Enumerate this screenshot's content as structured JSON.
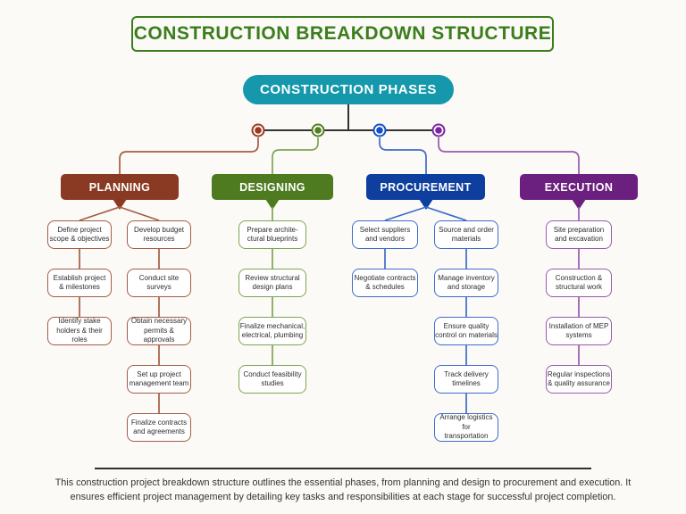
{
  "title": "CONSTRUCTION BREAKDOWN STRUCTURE",
  "root": {
    "label": "CONSTRUCTION PHASES"
  },
  "colors": {
    "background": "#fbfaf7",
    "title_green": "#3c7d1c",
    "teal": "#1598ab",
    "trunk": "#333333",
    "text_dark": "#2e2e2e",
    "planning_header": "#8a3a22",
    "planning_line": "#a65c44",
    "planning_dot": "#9c3a20",
    "designing_header": "#4e7b1f",
    "designing_line": "#7fa451",
    "designing_dot": "#527e20",
    "procurement_header": "#0e3f9e",
    "procurement_line": "#3e6bcb",
    "procurement_dot": "#1450c8",
    "execution_header": "#6b1f7e",
    "execution_line": "#9b59ad",
    "execution_dot": "#7a28a0"
  },
  "phases": [
    {
      "label": "PLANNING",
      "columns": [
        [
          "Define project\nscope & objectives",
          "Establish project\n& milestones",
          "Identify stake\nholders & their roles"
        ],
        [
          "Develop budget\nresources",
          "Conduct site\nsurveys",
          "Obtain necessary\npermits & approvals",
          "Set up project\nmanagement team",
          "Finalize contracts\nand agreements"
        ]
      ]
    },
    {
      "label": "DESIGNING",
      "columns": [
        [
          "Prepare archite-\nctural blueprints",
          "Review structural\ndesign plans",
          "Finalize mechanical,\nelectrical, plumbing",
          "Conduct feasibility\nstudies"
        ]
      ]
    },
    {
      "label": "PROCUREMENT",
      "columns": [
        [
          "Select suppliers\nand vendors",
          "Negotiate contracts\n& schedules"
        ],
        [
          "Source and order\nmaterials",
          "Manage inventory\nand storage",
          "Ensure quality\ncontrol on materials",
          "Track delivery\ntimelines",
          "Arrange logistics for\ntransportation"
        ]
      ]
    },
    {
      "label": "EXECUTION",
      "columns": [
        [
          "Site preparation\nand excavation",
          "Construction &\nstructural work",
          "Installation  of  MEP\nsystems",
          "Regular inspections\n& quality assurance"
        ]
      ]
    }
  ],
  "footer": {
    "text": "This construction project breakdown structure outlines the essential phases, from planning and design to procurement and execution. It\nensures efficient project management by detailing key tasks and responsibilities at each stage for successful project completion."
  }
}
